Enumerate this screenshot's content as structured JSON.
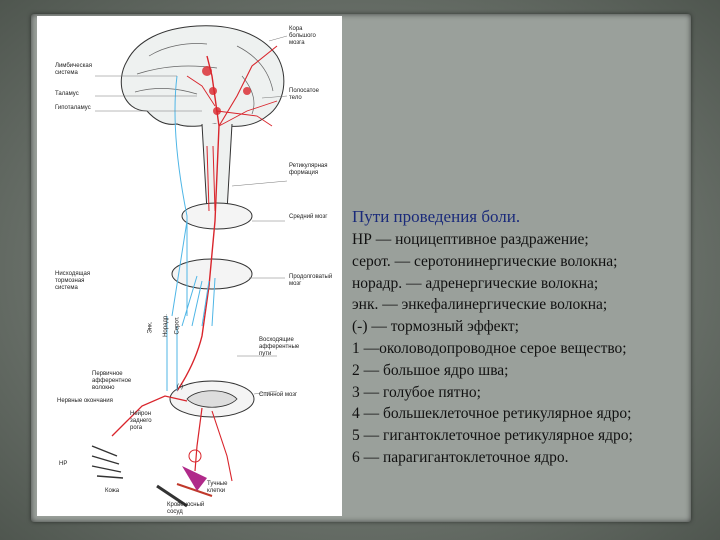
{
  "figure": {
    "labels": {
      "cortex": "Кора\nбольшого\nмозга",
      "limbic": "Лимбическая\nсистема",
      "thalamus": "Таламус",
      "hypothalamus": "Гипоталамус",
      "striatum": "Полосатое\nтело",
      "reticular": "Ретикулярная\nформация",
      "midbrain": "Средний мозг",
      "medulla": "Продолговатый\nмозг",
      "descending": "Нисходящая\nтормозная\nсистема",
      "ascending": "Восходящие\nафферентные\nпути",
      "primary_afferent": "Первичное\nафферентное\nволокно",
      "spinal_cord": "Спинной мозг",
      "nerve_ending": "Нервные окончания",
      "dorsal_root": "Нейрон\nзаднего\nрога",
      "np": "НР",
      "skin": "Кожа",
      "capillary": "Кровеносный\nсосуд",
      "mast_cell": "Тучные\nклетки",
      "fiber_enk": "Энк.",
      "fiber_noradr": "Норадр.",
      "fiber_serot": "Серот.",
      "minus": "(-)"
    }
  },
  "content": {
    "title": "Пути проведения боли.",
    "lines": [
      "НР — ноцицептивное раздражение;",
      "серот. — серотонинергические волокна;",
      "норадр. — адренергические волокна;",
      "энк. — энкефалинергические волокна;",
      "(-) — тормозный эффект;",
      "1 —околоводопроводное серое вещество;",
      "2 — большое ядро шва;",
      "3 — голубое пятно;",
      "4 — большеклеточное ретикулярное ядро;",
      "5 — гигантоклеточное ретикулярное ядро;",
      "6 — парагигантоклеточное ядро."
    ]
  },
  "colors": {
    "red_pathway": "#d9252c",
    "blue_pathway": "#4fb6e6",
    "title": "#1a2a7a"
  }
}
